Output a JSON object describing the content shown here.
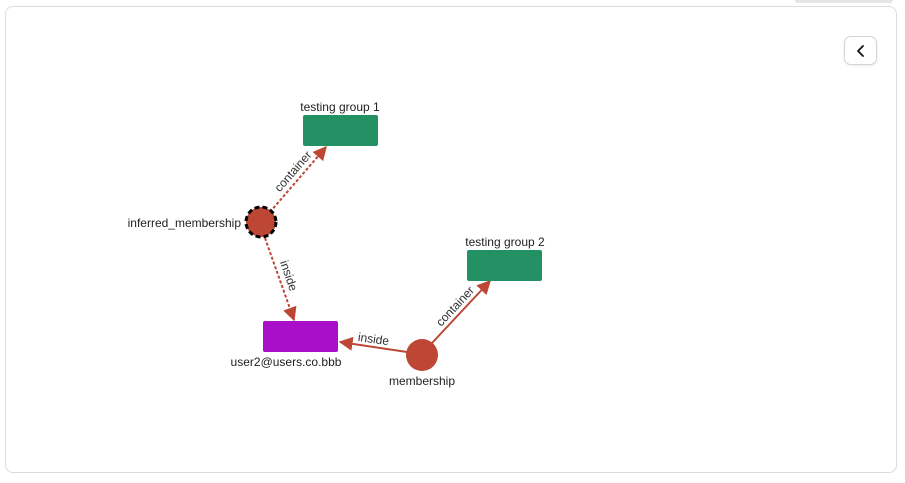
{
  "colors": {
    "group_node": "#239164",
    "user_node": "#a90fc8",
    "membership_node": "#bd4634",
    "edge": "#bd4634"
  },
  "toolbar": {
    "collapse_icon": "chevron-left-icon"
  },
  "graph": {
    "nodes": {
      "testing_group_1": {
        "label": "testing group 1"
      },
      "testing_group_2": {
        "label": "testing group 2"
      },
      "user": {
        "label": "user2@users.co.bbb"
      },
      "inferred_membership": {
        "label": "inferred_membership"
      },
      "membership": {
        "label": "membership"
      }
    },
    "edges": {
      "inferred_container": {
        "label": "container"
      },
      "inferred_inside": {
        "label": "inside"
      },
      "membership_inside": {
        "label": "inside"
      },
      "membership_container": {
        "label": "container"
      }
    }
  }
}
